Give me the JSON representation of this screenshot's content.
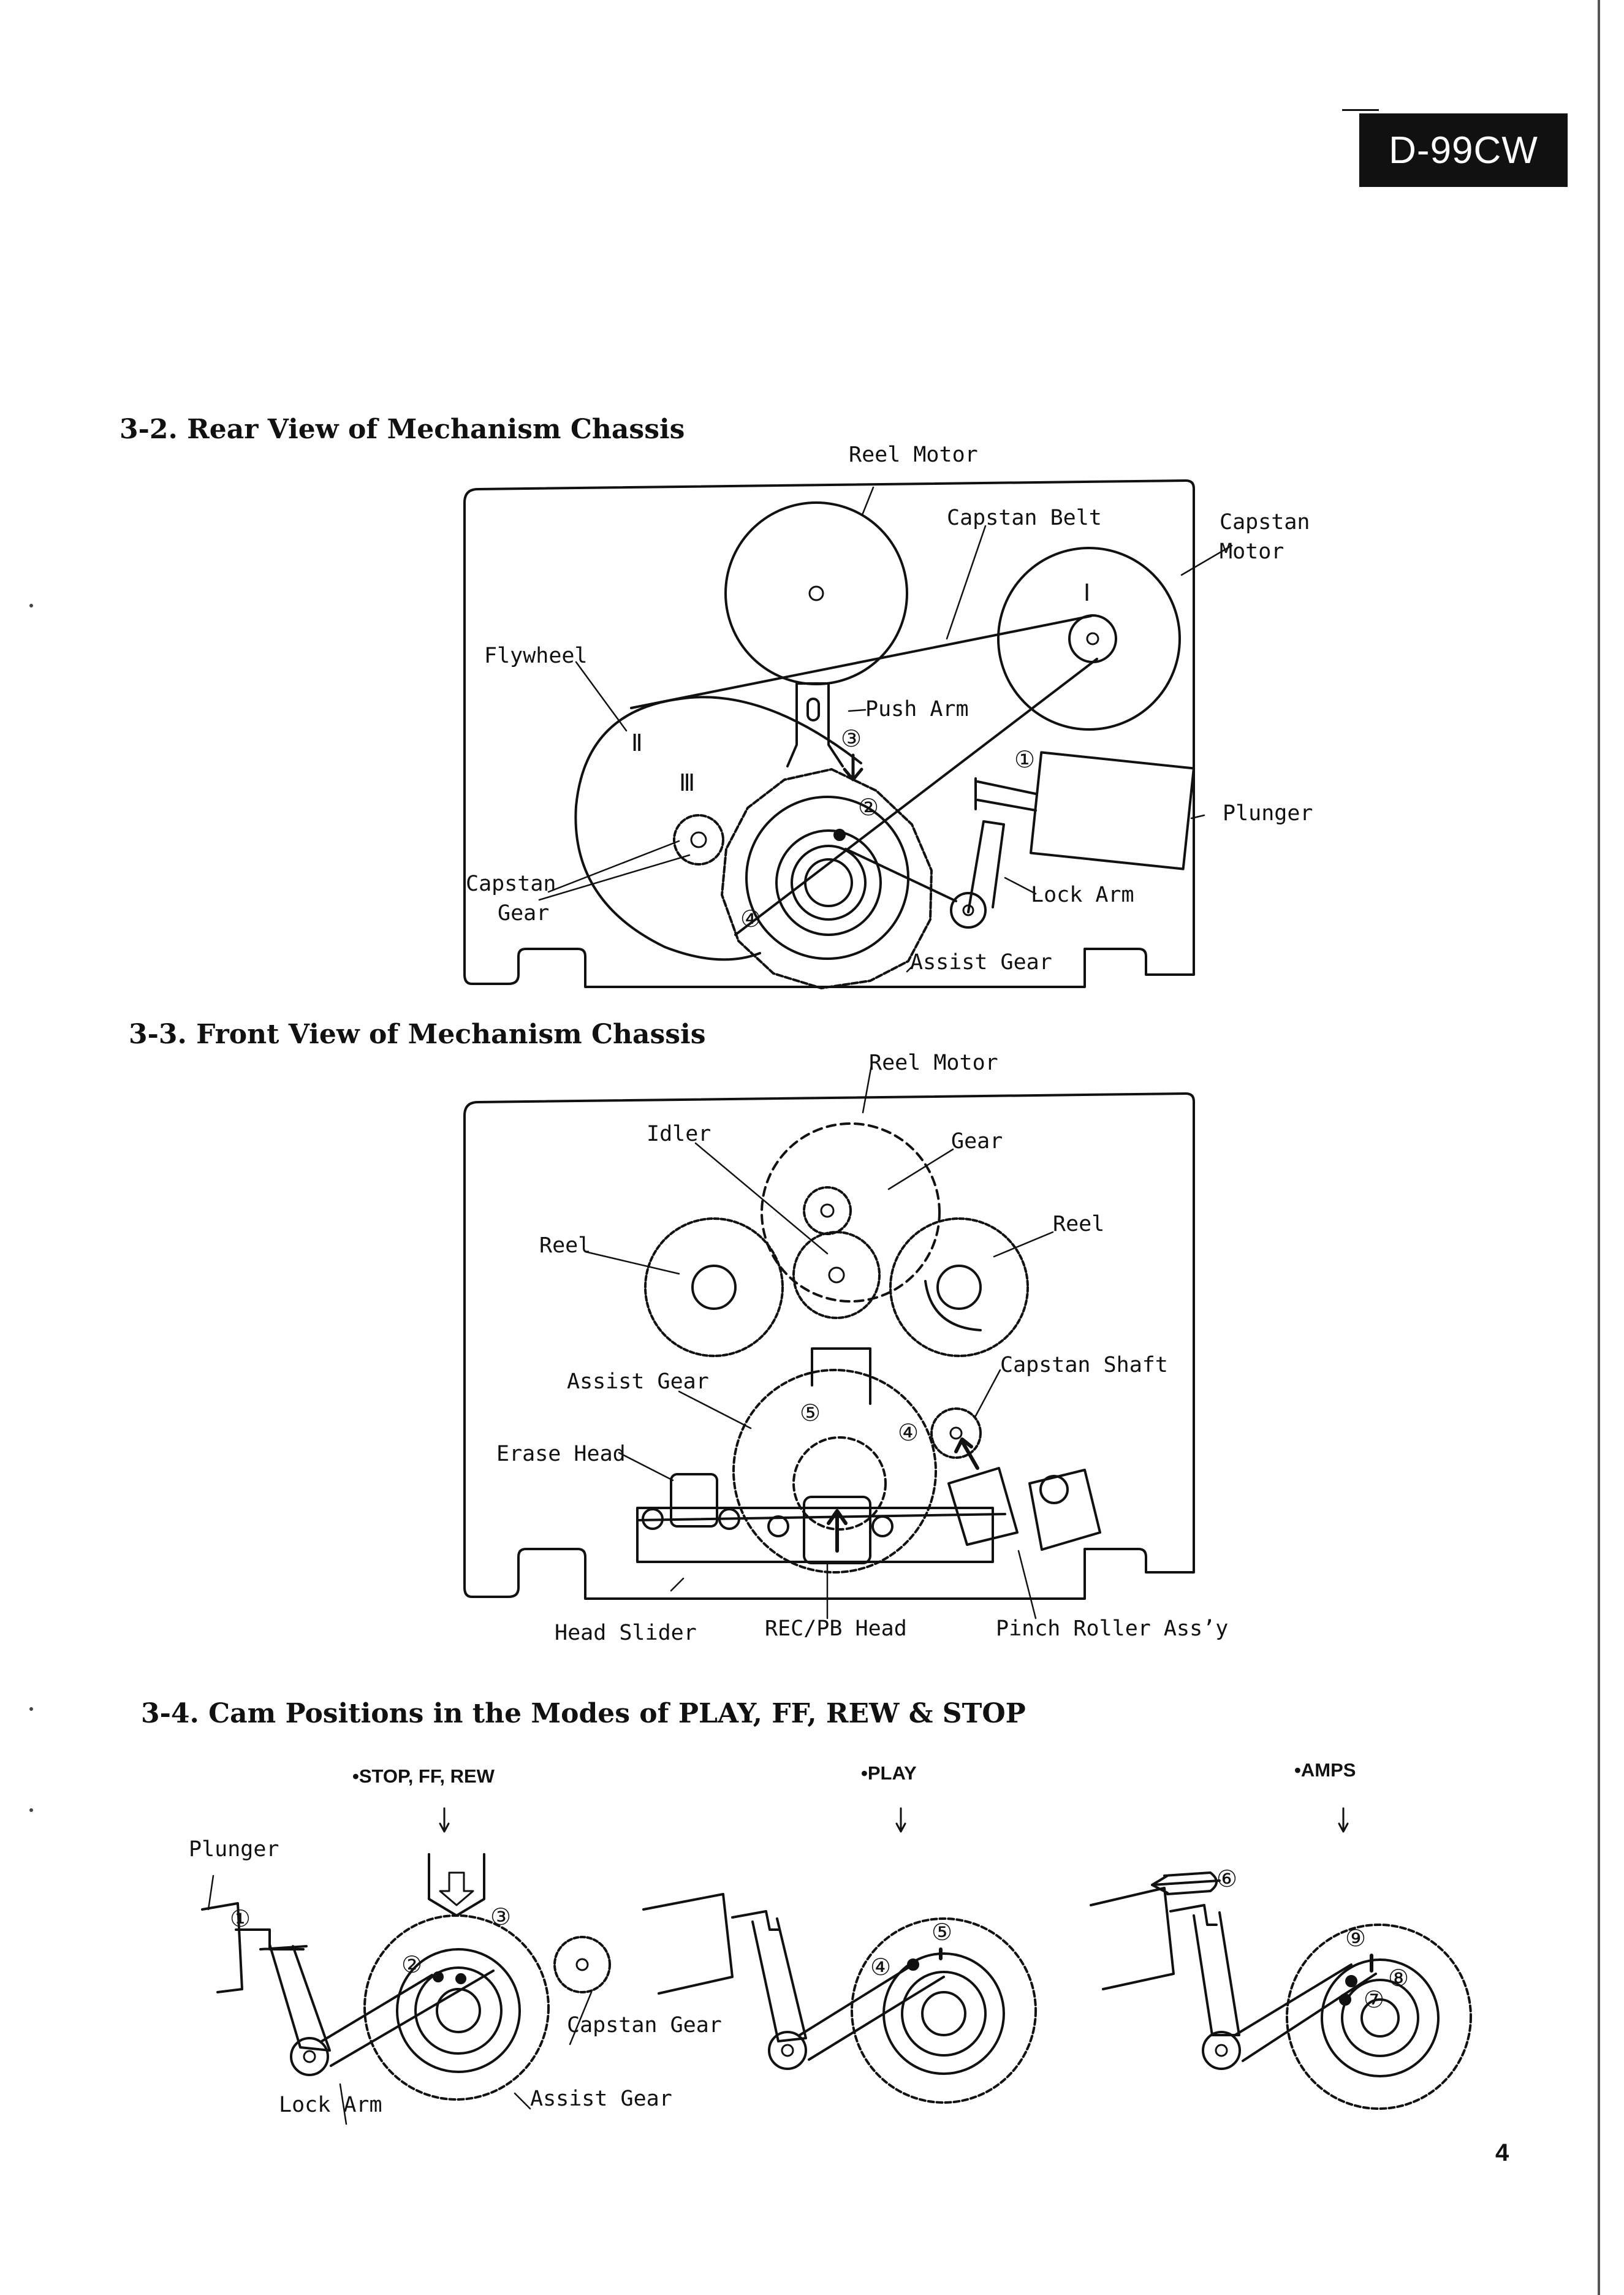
{
  "header": {
    "model": "D-99CW"
  },
  "page_number": "4",
  "sections": {
    "rear": {
      "title": "3-2. Rear View of Mechanism Chassis",
      "labels": {
        "reel_motor": "Reel Motor",
        "capstan_belt": "Capstan Belt",
        "capstan_motor_1": "Capstan",
        "capstan_motor_2": "Motor",
        "flywheel": "Flywheel",
        "push_arm": "Push Arm",
        "plunger": "Plunger",
        "capstan_gear_1": "Capstan",
        "capstan_gear_2": "Gear",
        "lock_arm": "Lock Arm",
        "assist_gear": "Assist Gear"
      },
      "markers": {
        "I": "Ⅰ",
        "II": "Ⅱ",
        "III": "Ⅲ",
        "n1": "①",
        "n2": "②",
        "n3": "③",
        "n4": "④"
      }
    },
    "front": {
      "title": "3-3. Front View of Mechanism Chassis",
      "labels": {
        "reel_motor": "Reel Motor",
        "idler": "Idler",
        "gear": "Gear",
        "reel_left": "Reel",
        "reel_right": "Reel",
        "assist_gear": "Assist Gear",
        "capstan_shaft": "Capstan Shaft",
        "erase_head": "Erase Head",
        "head_slider": "Head Slider",
        "recpb_head": "REC/PB Head",
        "pinch_roller": "Pinch Roller Ass’y"
      },
      "markers": {
        "n4": "④",
        "n5": "⑤"
      }
    },
    "cam": {
      "title": "3-4. Cam Positions in the Modes of PLAY, FF, REW & STOP",
      "modes": {
        "stop": "•STOP, FF, REW",
        "play": "•PLAY",
        "amps": "•AMPS"
      },
      "labels": {
        "plunger": "Plunger",
        "capstan_gear": "Capstan Gear",
        "lock_arm": "Lock Arm",
        "assist_gear": "Assist Gear"
      },
      "markers": {
        "n1": "①",
        "n2": "②",
        "n3": "③",
        "n4": "④",
        "n5": "⑤",
        "n6": "⑥",
        "n7": "⑦",
        "n8": "⑧",
        "n9": "⑨"
      }
    }
  }
}
